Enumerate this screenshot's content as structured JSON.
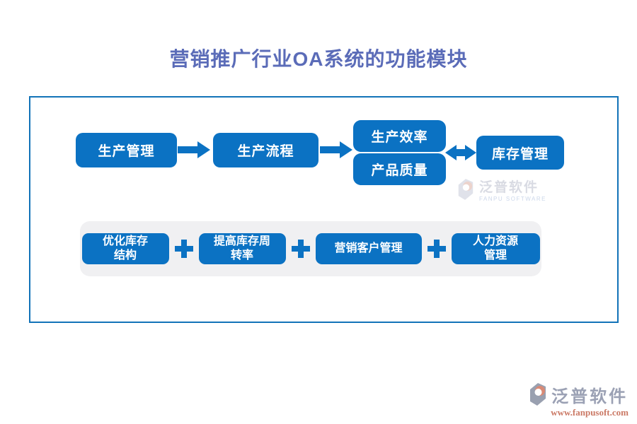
{
  "title": "营销推广行业OA系统的功能模块",
  "colors": {
    "accent-blue": "#0b72c3",
    "frame-blue": "#1273b8",
    "title-blue": "#5b6cb8",
    "panel-gray": "#f0f0f2",
    "watermark-gray": "#d9dbe3",
    "watermark-sub": "#ccd7ea",
    "footer-text": "#9ba1b4",
    "footer-url": "#cb7965",
    "footer-mark": "#99a0b0",
    "footer-crescent": "#d98a76",
    "watermark-mark": "#e0e2ea",
    "watermark-crescent": "#ecd3cc"
  },
  "flow": {
    "box1": "生产管理",
    "box2": "生产流程",
    "stack_top": "生产效率",
    "stack_bottom": "产品质量",
    "box4": "库存管理"
  },
  "bottom_panel": {
    "items": [
      {
        "line1": "优化库存",
        "line2": "结构"
      },
      {
        "line1": "提高库存周",
        "line2": "转率"
      },
      {
        "line1": "营销客户管理",
        "line2": ""
      },
      {
        "line1": "人力资源",
        "line2": "管理"
      }
    ]
  },
  "watermark": {
    "name": "泛普软件",
    "subtitle": "FANPU SOFTWARE"
  },
  "footer_logo": {
    "name": "泛普软件",
    "url": "www.fanpusoft.com"
  }
}
